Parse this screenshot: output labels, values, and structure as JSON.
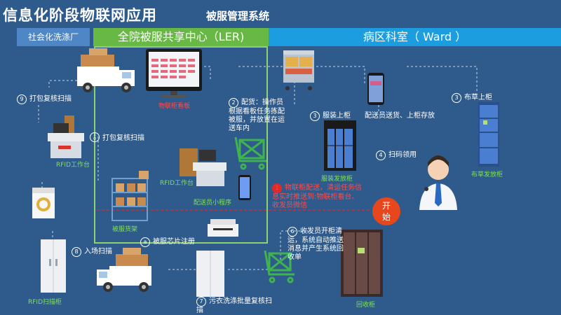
{
  "header": {
    "title": "信息化阶段物联网应用",
    "subtitle": "被服管理系统",
    "zone_laundry": "社会化洗涤厂",
    "zone_ler": "全院被服共享中心（LER)",
    "zone_ward": "病区科室（ Ward ）"
  },
  "devices": {
    "kanban": "物联柜看板",
    "rfid_desk_1": "RFID工作台",
    "rfid_desk_2": "RFID工作台",
    "shelf": "被服货架",
    "app": "配送员小程序",
    "dress_cabinet": "服装发放柜",
    "bedding_cabinet": "布草发放柜",
    "recycle_cabinet": "回收柜",
    "rfid_scan_cabinet": "RFID扫描柜"
  },
  "steps": {
    "s1_num": "1",
    "s1_text": "物联柜配送，清运任务信息实时推送到:物联柜看台、收发员微信",
    "s2_num": "2",
    "s2_text": "配货：操作员根据看板任务拣配被服，并放置在运送车内",
    "s3a_num": "3",
    "s3a_text": "服装上柜",
    "s3b_text": "配送员送货、上柜存放",
    "s3c_num": "3",
    "s3c_text": "布草上柜",
    "s4_num": "4",
    "s4_text": "扫码领用",
    "s6_num": "6",
    "s6_text": "收发员开柜清运，系统自动推送消息并产生系统回收单",
    "s7_num": "7",
    "s7_text": "污衣洗涤批量复核扫描",
    "s8_num": "8",
    "s8_text": "入场扫描",
    "s9_num": "9",
    "s9_text": "打包复核扫描",
    "s10_num": "1\n0",
    "s10_text": "打包复核扫描",
    "sa_num": "a",
    "sa_text": "被服芯片注册"
  },
  "start_label": "开\n始",
  "colors": {
    "background": "#2f5b8c",
    "laundry": "#4f86c6",
    "ler": "#67b844",
    "ward": "#1b9de0",
    "start": "#e8461c",
    "alert": "#ff4a4a"
  }
}
